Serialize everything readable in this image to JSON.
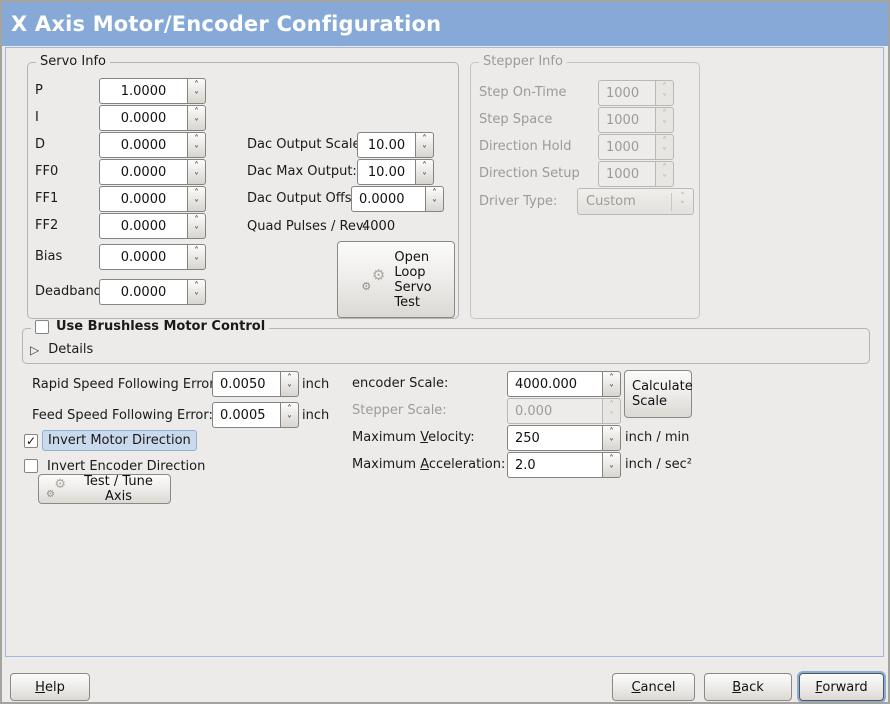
{
  "window": {
    "title": "X Axis Motor/Encoder Configuration"
  },
  "colors": {
    "titlebar": "#86A9D7",
    "focus_ring": "#8AACD8",
    "highlight_bg": "#CBD9EC",
    "disabled_text": "#9C9B96"
  },
  "icons": {
    "spin_up": "˄",
    "spin_down": "˅",
    "expander_closed": "▷",
    "gear": "⚙",
    "checkmark": "✓"
  },
  "servo_info": {
    "legend": "Servo Info",
    "rows": [
      {
        "label": "P",
        "value": "1.0000"
      },
      {
        "label": "I",
        "value": "0.0000"
      },
      {
        "label": "D",
        "value": "0.0000"
      },
      {
        "label": "FF0",
        "value": "0.0000"
      },
      {
        "label": "FF1",
        "value": "0.0000"
      },
      {
        "label": "FF2",
        "value": "0.0000"
      },
      {
        "label": "Bias",
        "value": "0.0000"
      },
      {
        "label": "Deadband",
        "value": "0.0000"
      }
    ],
    "dac_rows": [
      {
        "label": "Dac Output Scale:",
        "value": "10.00"
      },
      {
        "label": "Dac Max Output:",
        "value": "10.00"
      },
      {
        "label": "Dac Output Offset:",
        "value": "0.0000"
      }
    ],
    "quad_label": "Quad Pulses / Rev:",
    "quad_value": "4000",
    "open_loop_button": "Open\nLoop\nServo\nTest"
  },
  "stepper_info": {
    "legend": "Stepper Info",
    "rows": [
      {
        "label": "Step On-Time",
        "value": "1000"
      },
      {
        "label": "Step Space",
        "value": "1000"
      },
      {
        "label": "Direction Hold",
        "value": "1000"
      },
      {
        "label": "Direction Setup",
        "value": "1000"
      }
    ],
    "driver_type_label": "Driver Type:",
    "driver_type_value": "Custom"
  },
  "brushless": {
    "label": "Use Brushless Motor Control",
    "details_label": "Details"
  },
  "following_error": {
    "rapid_label": "Rapid Speed Following Error:",
    "rapid_value": "0.0050",
    "rapid_unit": "inch",
    "feed_label": "Feed Speed Following Error:",
    "feed_value": "0.0005",
    "feed_unit": "inch"
  },
  "scales": {
    "encoder_label": "encoder Scale:",
    "encoder_value": "4000.000",
    "calculate_button": "Calculate\nScale",
    "stepper_label": "Stepper Scale:",
    "stepper_value": "0.000",
    "velocity_label": {
      "pre": "Maximum ",
      "key": "V",
      "rest": "elocity:"
    },
    "velocity_value": "250",
    "velocity_unit": "inch / min",
    "accel_label": {
      "pre": "Maximum ",
      "key": "A",
      "rest": "cceleration:"
    },
    "accel_value": "2.0",
    "accel_unit": "inch / sec²"
  },
  "direction": {
    "invert_motor_label": "Invert Motor Direction",
    "invert_encoder_label": "Invert Encoder Direction",
    "test_tune_button": "Test / Tune Axis"
  },
  "action_buttons": {
    "help": {
      "pre": "",
      "key": "H",
      "rest": "elp"
    },
    "cancel": {
      "pre": "",
      "key": "C",
      "rest": "ancel"
    },
    "back": {
      "pre": "",
      "key": "B",
      "rest": "ack"
    },
    "forward": {
      "pre": "",
      "key": "F",
      "rest": "orward"
    }
  }
}
